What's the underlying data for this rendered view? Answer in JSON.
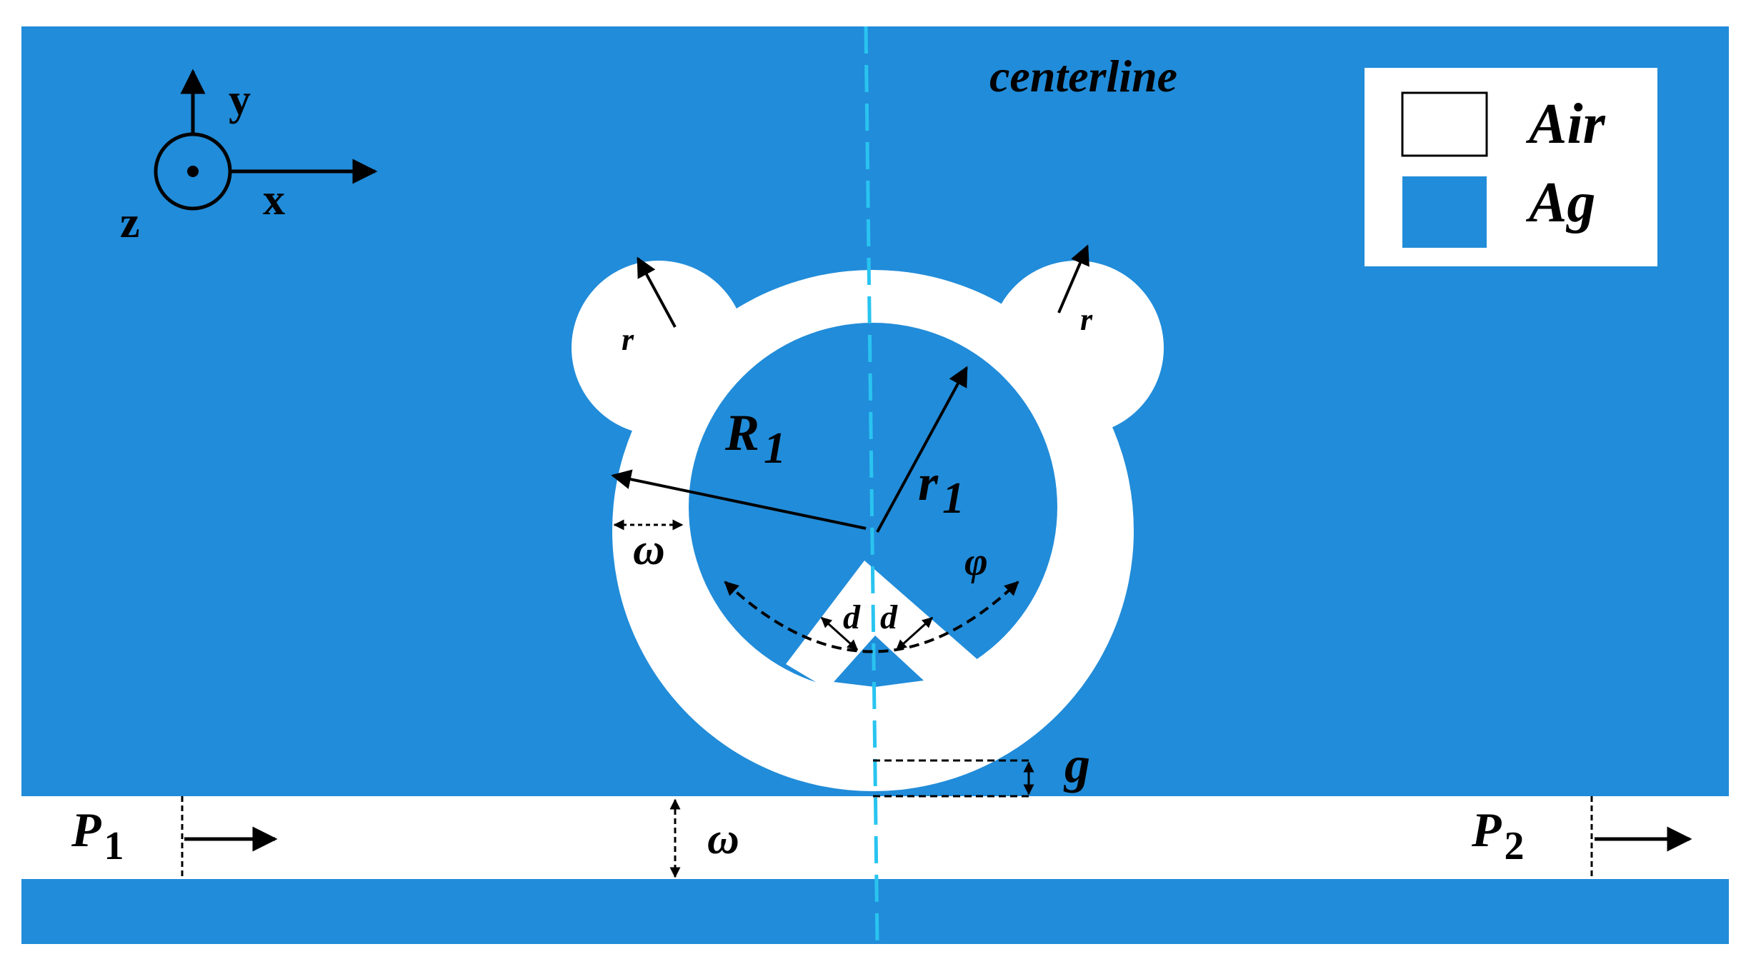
{
  "labels": {
    "centerline": "centerline",
    "axis_x": "x",
    "axis_y": "y",
    "axis_z": "z",
    "R1_main": "R",
    "R1_sub": "1",
    "r1_main": "r",
    "r1_sub": "1",
    "r_left": "r",
    "r_right": "r",
    "omega_ring": "ω",
    "omega_waveguide": "ω",
    "phi": "φ",
    "d_left": "d",
    "d_right": "d",
    "g": "g",
    "P1_main": "P",
    "P1_sub": "1",
    "P2_main": "P",
    "P2_sub": "2"
  },
  "legend": {
    "items": [
      {
        "label": "Air",
        "color": "#ffffff"
      },
      {
        "label": "Ag",
        "color": "#218cd9"
      }
    ]
  },
  "colors": {
    "ag": "#218cd9",
    "air": "#ffffff",
    "centerline": "#29c4f0",
    "ink": "#000000"
  }
}
